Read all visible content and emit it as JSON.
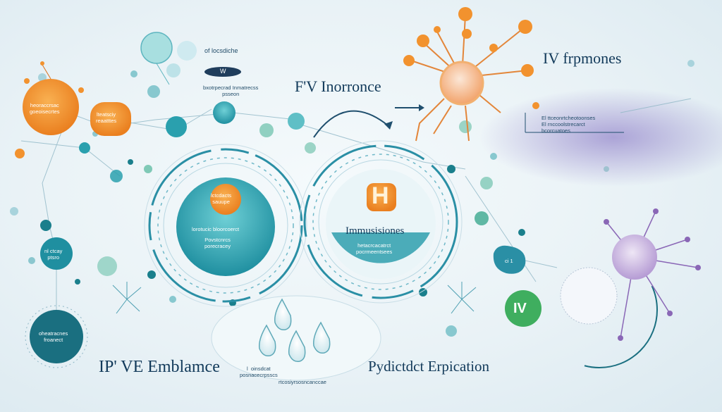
{
  "headings": {
    "center_title": "F'V Inorronce",
    "top_right_title": "IV frpmones",
    "bottom_left_title": "IP' VE Emblamce",
    "bottom_right_title": "Pydictdct Erpication",
    "center_right_circle": "Immusisiones"
  },
  "letters": {
    "h_icon": "H",
    "iv_badge": "IV",
    "w_pill": "W"
  },
  "small_labels": {
    "top_label_1": "of locsdiche",
    "top_label_2": "bxotrpecrad Inmatrecss\npsseon",
    "orange_left": "heoraccrsac\ngoeoisecrtes",
    "left_tag": "lteatsciy\nreaatttes",
    "mid_orange": "lctcdacts\nsauupe",
    "center_left_1": "lorotucic bloorcoerct",
    "center_left_2": "Povstcnrcs\nporecracey",
    "center_right_sub": "hetacrcacatrct\npocrmeentsees",
    "left_small_teal": "nl ctcay\nptsro",
    "bottom_left_dark": "oheatracnes\nfroanect",
    "right_purple_text": "El ttceonrtcheotoonses\nEl rnccoolstrecarct\nbcorcuatoes",
    "right_small_blob": "ci 1",
    "bottom_center_1": "l  oinsdcat\nposnacecrpsscs",
    "bottom_center_2": "rtcosiyrsosncanccae"
  },
  "colors": {
    "teal": "#2aa0ae",
    "dark_teal": "#1a7f8c",
    "orange": "#f2922e",
    "navy": "#1f3d5c",
    "purple": "#8b7bc4",
    "green": "#3fae5f"
  }
}
